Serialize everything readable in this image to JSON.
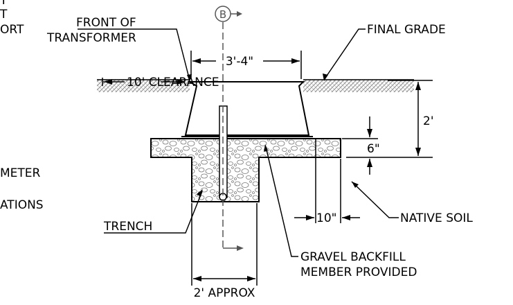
{
  "labels": {
    "partial_top_1": "T",
    "partial_top_2": "T",
    "partial_top_3": "ORT",
    "front_of_line1": "FRONT OF",
    "front_of_line2": "TRANSFORMER",
    "section_marker": "B",
    "final_grade": "FINAL GRADE",
    "pad_width": "3'-4\"",
    "clearance": "10' CLEARANCE",
    "pad_height": "2'",
    "slab_thickness": "6\"",
    "partial_meter": "METER",
    "partial_ations": "ATIONS",
    "trench": "TRENCH",
    "offset": "10\"",
    "native_soil": "NATIVE SOIL",
    "gravel_line1": "GRAVEL BACKFILL",
    "gravel_line2": "MEMBER PROVIDED",
    "trench_width": "2' APPROX"
  }
}
